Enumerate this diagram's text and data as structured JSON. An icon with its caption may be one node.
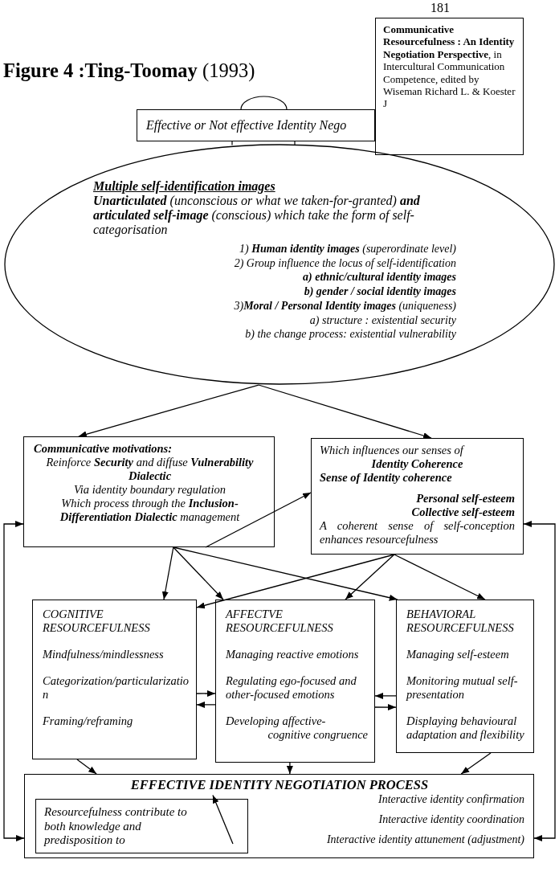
{
  "diagram": {
    "title": "**Figure 4 :Ting-Toomay** (1993)",
    "nodes": [
      {
        "text": [
          "**Communicative Resourcefulness : An Identity Negotiation Perspective**, in Intercultural Communication Competence, edited by Wiseman Richard L. & Koester J"
        ]
      },
      {
        "text": [
          "Effective or Not effective Identity Nego"
        ]
      },
      {
        "text": [
          "Multiple self-identification images",
          "**Unarticulated** (unconscious or what we taken-for-granted) **and articulated self-image** (conscious) which take the form of self-categorisation",
          "1) **Human identity images** (superordinate level)",
          "2) Group influence the locus of self-identification",
          "a) ethnic/cultural identity images",
          "b) gender / social identity images",
          "3)**Moral / Personal Identity images** (uniqueness)",
          "a) structure : existential security",
          "b) the change process: existential vulnerability"
        ]
      },
      {
        "text": [
          "Communicative motivations:",
          "Reinforce **Security** and diffuse **Vulnerability Dialectic**",
          "Via identity boundary regulation",
          "Which process through the **Inclusion-Differentiation Dialectic** management"
        ]
      },
      {
        "text": [
          "Which influences our senses of",
          "Identity Coherence",
          "Sense of Identity coherence",
          "Personal self-esteem",
          "Collective self-esteem",
          "A coherent sense of self-conception enhances resourcefulness"
        ]
      },
      {
        "text": [
          "COGNITIVE RESOURCEFULNESS",
          "Mindfulness/mindlessness",
          "Categorization/particularization",
          "Framing/reframing"
        ]
      },
      {
        "text": [
          "AFFECTVE RESOURCEFULNESS",
          "Managing reactive emotions",
          "Regulating ego-focused and other-focused emotions",
          "Developing affective-cognitive congruence"
        ]
      },
      {
        "text": [
          "BEHAVIORAL RESOURCEFULNESS",
          "Managing self-esteem",
          "Monitoring mutual self-presentation",
          "Displaying behavioural adaptation and flexibility"
        ]
      },
      {
        "text": [
          "EFFECTIVE IDENTITY NEGOTIATION PROCESS",
          "Interactive identity confirmation",
          "Interactive identity coordination",
          "Interactive identity attunement (adjustment)"
        ]
      },
      {
        "text": [
          "Resourcefulness contribute to both knowledge and predisposition to"
        ],
        "in": 8
      }
    ],
    "edges": [
      {
        "from": 2,
        "to": 3,
        "arrow": "to"
      },
      {
        "from": 2,
        "to": 4,
        "arrow": "to"
      },
      {
        "from": 3,
        "to": 4,
        "arrow": "to"
      },
      {
        "from": 3,
        "to": 5,
        "arrow": "to"
      },
      {
        "from": 3,
        "to": 6,
        "arrow": "to"
      },
      {
        "from": 3,
        "to": 7,
        "arrow": "to"
      },
      {
        "from": 4,
        "to": 5,
        "arrow": "to"
      },
      {
        "from": 4,
        "to": 6,
        "arrow": "to"
      },
      {
        "from": 4,
        "to": 7,
        "arrow": "to"
      },
      {
        "from": 5,
        "to": 6,
        "arrow": "to"
      },
      {
        "from": 6,
        "to": 5,
        "arrow": "to"
      },
      {
        "from": 7,
        "to": 6,
        "arrow": "to"
      },
      {
        "from": 6,
        "to": 7,
        "arrow": "to"
      },
      {
        "from": 5,
        "to": 8,
        "arrow": "to"
      },
      {
        "from": 6,
        "to": 8,
        "arrow": "to"
      },
      {
        "from": 7,
        "to": 8,
        "arrow": "to"
      },
      {
        "from": 9,
        "to": 8,
        "arrow": "to"
      },
      {
        "from": 3,
        "to": 8,
        "arrow": "both"
      },
      {
        "from": 4,
        "to": 8,
        "arrow": "both"
      }
    ],
    "labels": [
      "181"
    ]
  }
}
